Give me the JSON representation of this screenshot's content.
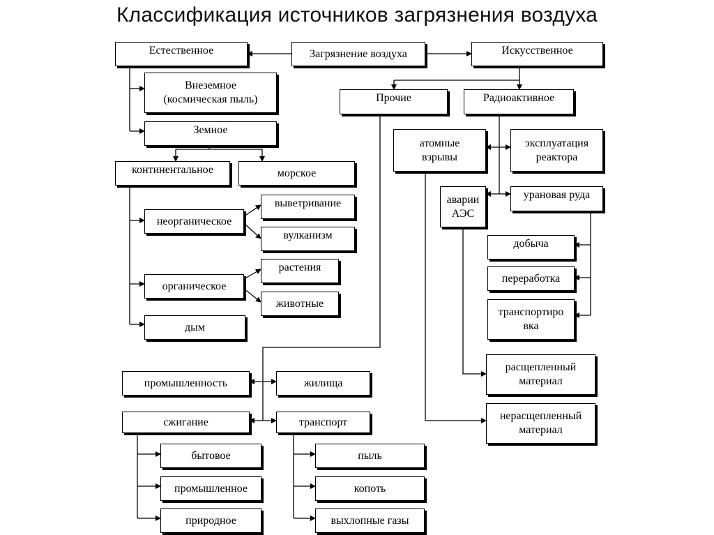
{
  "title": "Классификация источников загрязнения воздуха",
  "colors": {
    "line": "#000000",
    "box_border": "#000000",
    "box_fill": "#ffffff",
    "title_text": "#111111"
  },
  "nodes": {
    "air_pollution": "Загрязнение воздуха",
    "natural": "Естественное",
    "artificial": "Искусственное",
    "extraterrestrial": "Внеземное\n(космическая пыль)",
    "terrestrial": "Земное",
    "continental": "континентальное",
    "marine": "морское",
    "inorganic": "неорганическое",
    "weathering": "выветривание",
    "volcanism": "вулканизм",
    "organic": "органическое",
    "plants": "растения",
    "animals": "животные",
    "smoke": "дым",
    "other": "Прочие",
    "radioactive": "Радиоактивное",
    "atomic_explosions": "атомные\nвзрывы",
    "reactor_operation": "эксплуатация\nреактора",
    "npp_accidents": "аварии\nАЭС",
    "uranium_ore": "урановая руда",
    "mining": "добыча",
    "processing": "переработка",
    "transportation": "транспортиро\nвка",
    "fission_material": "расщепленный\nматериал",
    "nonfission_material": "нерасщепленный\nматериал",
    "industry": "промышленность",
    "dwellings": "жилища",
    "combustion": "сжигание",
    "transport": "транспорт",
    "household": "бытовое",
    "industrial": "промышленное",
    "natural_fire": "природное",
    "dust": "пыль",
    "soot": "копоть",
    "exhaust": "выхлопные газы"
  }
}
